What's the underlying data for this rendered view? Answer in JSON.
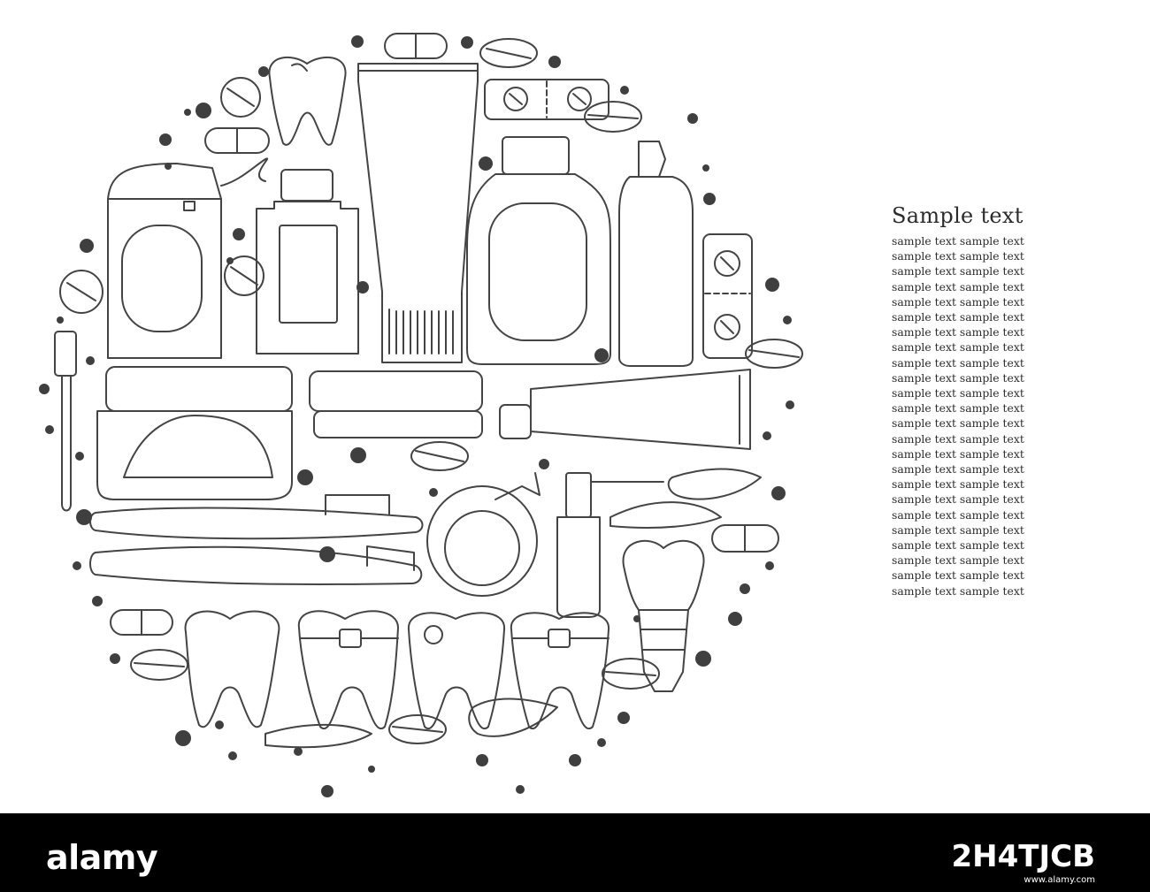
{
  "colors": {
    "line": "#444444",
    "dot": "#3f3f3f",
    "background": "#ffffff",
    "footer": "#000000"
  },
  "illustration": {
    "subject": "dental care doodle items arranged in a circle",
    "icons": [
      "tooth-icon",
      "toothpaste-tube-icon",
      "mouthwash-bottle-icon",
      "dental-floss-icon",
      "toothbrush-icon",
      "pill-icon",
      "capsule-icon",
      "spray-bottle-icon",
      "denture-jar-icon",
      "dental-implant-icon",
      "braces-tooth-icon",
      "caries-tooth-icon"
    ]
  },
  "text_block": {
    "title": "Sample text",
    "lines": [
      "sample text sample text",
      "sample text sample text",
      "sample text sample text",
      "sample text sample text",
      "sample text sample text",
      "sample text sample text",
      "sample text sample text",
      "sample text sample text",
      "sample text sample text",
      "sample text sample text",
      "sample text sample text",
      "sample text sample text",
      "sample text sample text",
      "sample text sample text",
      "sample text sample text",
      "sample text sample text",
      "sample text sample text",
      "sample text sample text",
      "sample text sample text",
      "sample text sample text",
      "sample text sample text",
      "sample text sample text",
      "sample text sample text",
      "sample text sample text"
    ]
  },
  "watermark": {
    "logo": "alamy",
    "image_id": "2H4TJCB",
    "url": "www.alamy.com"
  }
}
